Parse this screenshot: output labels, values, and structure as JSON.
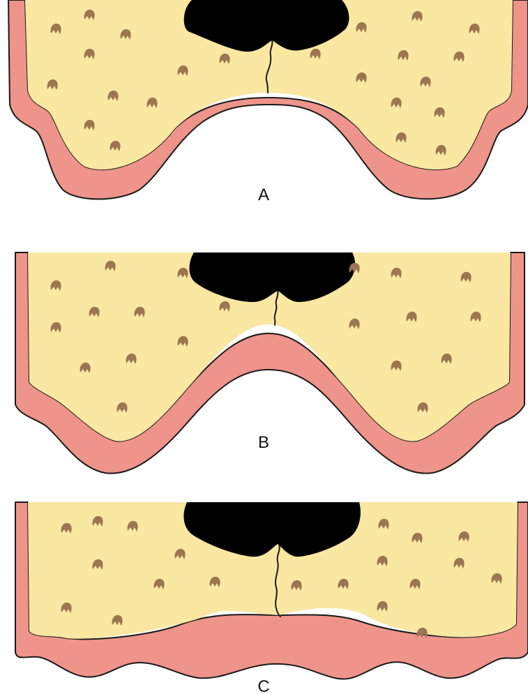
{
  "colors": {
    "bone": "#F9E7A2",
    "mucosa": "#EE948A",
    "outline": "#1A1A1A",
    "cavity": "#000000",
    "marrow_dot": "#9C7650",
    "background": "#FFFFFF"
  },
  "panels": [
    {
      "id": "A",
      "label": "A"
    },
    {
      "id": "B",
      "label": "B"
    },
    {
      "id": "C",
      "label": "C"
    }
  ]
}
